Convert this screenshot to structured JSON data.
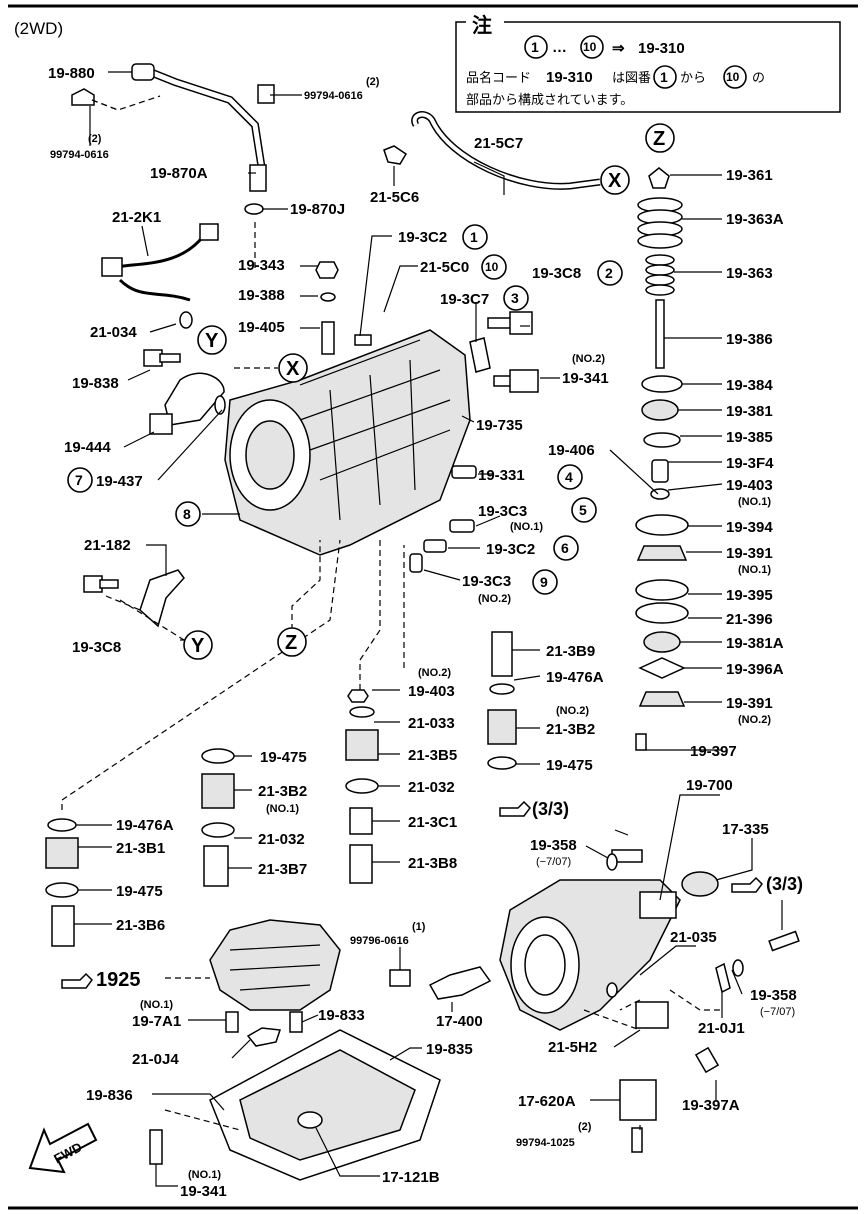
{
  "header": {
    "variant": "(2WD)"
  },
  "note": {
    "title": "注",
    "range_from": "1",
    "range_sep": "…",
    "range_to": "10",
    "arrow": "⇒",
    "range_target": "19-310",
    "line2_a": "品名コード",
    "line2_code": "19-310",
    "line2_b": "は図番",
    "line2_from": "1",
    "line2_c": "から",
    "line2_to": "10",
    "line2_d": "の",
    "line3": "部品から構成されています。"
  },
  "markers": {
    "x": "X",
    "y": "Y",
    "z": "Z"
  },
  "refs": {
    "ref_3_3": "(3/3)",
    "code_1925": "1925",
    "fwd": "FWD"
  },
  "labels": {
    "p_19_880": "19-880",
    "p_99794_0616_a": "99794-0616",
    "q_99794_0616_a": "(2)",
    "p_99794_0616_b": "99794-0616",
    "q_99794_0616_b": "(2)",
    "p_19_870A": "19-870A",
    "p_19_870J": "19-870J",
    "p_21_5C7": "21-5C7",
    "p_21_5C6": "21-5C6",
    "p_21_2K1": "21-2K1",
    "p_19_343": "19-343",
    "p_19_388": "19-388",
    "p_21_034": "21-034",
    "p_19_405": "19-405",
    "p_19_3C2_1": "19-3C2",
    "n_1": "1",
    "p_21_5C0": "21-5C0",
    "n_10": "10",
    "p_19_3C8_top": "19-3C8",
    "n_2": "2",
    "p_19_3C7": "19-3C7",
    "n_3": "3",
    "q_19_341": "(NO.2)",
    "p_19_341": "19-341",
    "p_19_838": "19-838",
    "p_19_444": "19-444",
    "n_7": "7",
    "p_19_437": "19-437",
    "p_19_735": "19-735",
    "p_19_331": "19-331",
    "n_4": "4",
    "n_8": "8",
    "p_19_3C3_5": "19-3C3",
    "q_19_3C3_5": "(NO.1)",
    "n_5": "5",
    "p_19_3C2_6": "19-3C2",
    "n_6": "6",
    "p_19_3C3_9": "19-3C3",
    "q_19_3C3_9": "(NO.2)",
    "n_9": "9",
    "p_21_182": "21-182",
    "p_19_3C8": "19-3C8",
    "p_19_361": "19-361",
    "p_19_363A": "19-363A",
    "p_19_363": "19-363",
    "p_19_386": "19-386",
    "p_19_384": "19-384",
    "p_19_381": "19-381",
    "p_19_385": "19-385",
    "p_19_406": "19-406",
    "p_19_3F4": "19-3F4",
    "p_19_403_r": "19-403",
    "q_19_403_r": "(NO.1)",
    "p_19_394": "19-394",
    "p_19_391_1": "19-391",
    "q_19_391_1": "(NO.1)",
    "p_19_395": "19-395",
    "p_21_396": "21-396",
    "p_19_381A": "19-381A",
    "p_19_396A": "19-396A",
    "p_19_391_2": "19-391",
    "q_19_391_2": "(NO.2)",
    "p_19_397": "19-397",
    "p_21_3B9": "21-3B9",
    "q_19_403_m": "(NO.2)",
    "p_19_403_m": "19-403",
    "p_19_476A_m": "19-476A",
    "p_21_033": "21-033",
    "q_21_3B2_r": "(NO.2)",
    "p_21_3B2_r": "21-3B2",
    "p_19_475_a": "19-475",
    "p_21_3B5": "21-3B5",
    "p_19_475_r": "19-475",
    "p_21_3B2_l": "21-3B2",
    "q_21_3B2_l": "(NO.1)",
    "p_21_032_a": "21-032",
    "p_21_032_b": "21-032",
    "p_21_3C1": "21-3C1",
    "p_21_3B7": "21-3B7",
    "p_21_3B8": "21-3B8",
    "p_19_476A_l": "19-476A",
    "p_21_3B1": "21-3B1",
    "p_19_475_l": "19-475",
    "p_21_3B6": "21-3B6",
    "p_19_700": "19-700",
    "p_17_335": "17-335",
    "p_19_358_a": "19-358",
    "q_19_358_a": "(−7/07)",
    "p_19_358_b": "19-358",
    "q_19_358_b": "(−7/07)",
    "p_21_035": "21-035",
    "p_21_0J1": "21-0J1",
    "p_99796_0616": "99796-0616",
    "q_99796_0616": "(1)",
    "p_17_400": "17-400",
    "q_19_7A1": "(NO.1)",
    "p_19_7A1": "19-7A1",
    "p_19_833": "19-833",
    "p_21_0J4": "21-0J4",
    "p_19_835": "19-835",
    "p_21_5H2": "21-5H2",
    "p_19_836": "19-836",
    "p_17_620A": "17-620A",
    "q_99794_1025": "(2)",
    "p_99794_1025": "99794-1025",
    "p_19_397A": "19-397A",
    "p_17_121B": "17-121B",
    "q_19_341_b": "(NO.1)",
    "p_19_341_b": "19-341"
  }
}
